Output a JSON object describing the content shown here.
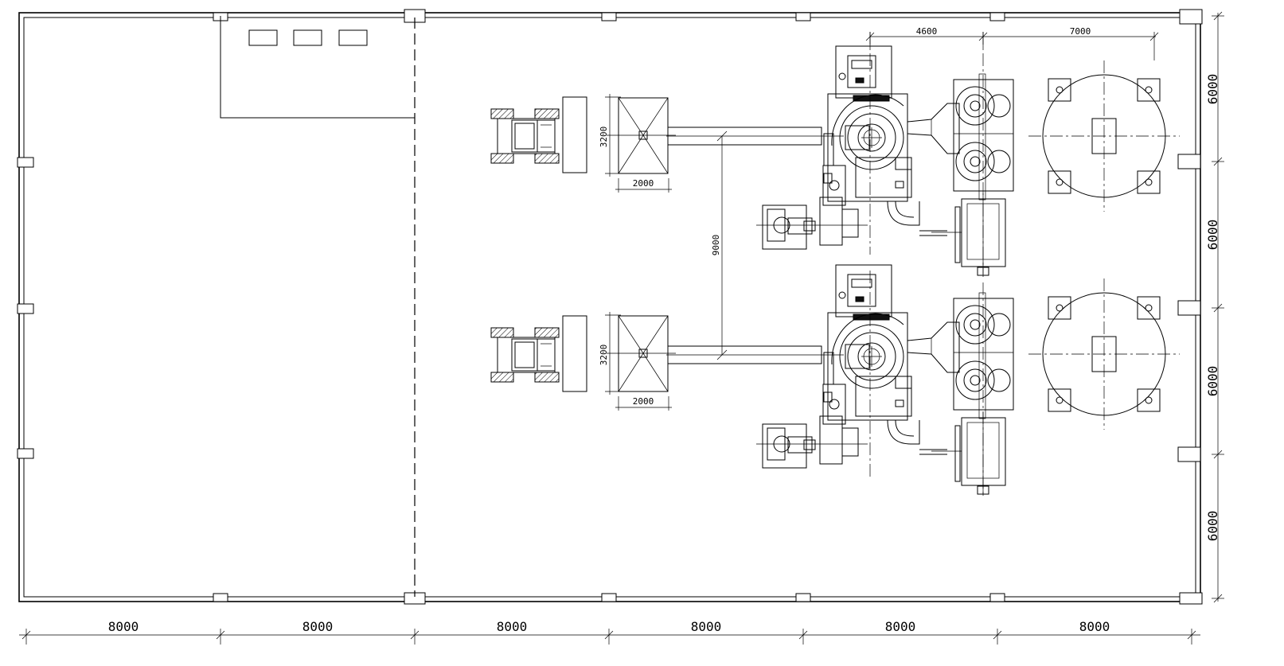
{
  "drawing": {
    "bottom_dimensions": [
      "8000",
      "8000",
      "8000",
      "8000",
      "8000",
      "8000"
    ],
    "right_dimensions": [
      "6000",
      "6000",
      "6000",
      "6000"
    ],
    "top_dimensions": [
      "4600",
      "7000"
    ],
    "inner_dimension_vertical": "9000",
    "unit_height_label_1": "3200",
    "unit_width_label_1": "2000",
    "unit_height_label_2": "3200",
    "unit_width_label_2": "2000"
  }
}
